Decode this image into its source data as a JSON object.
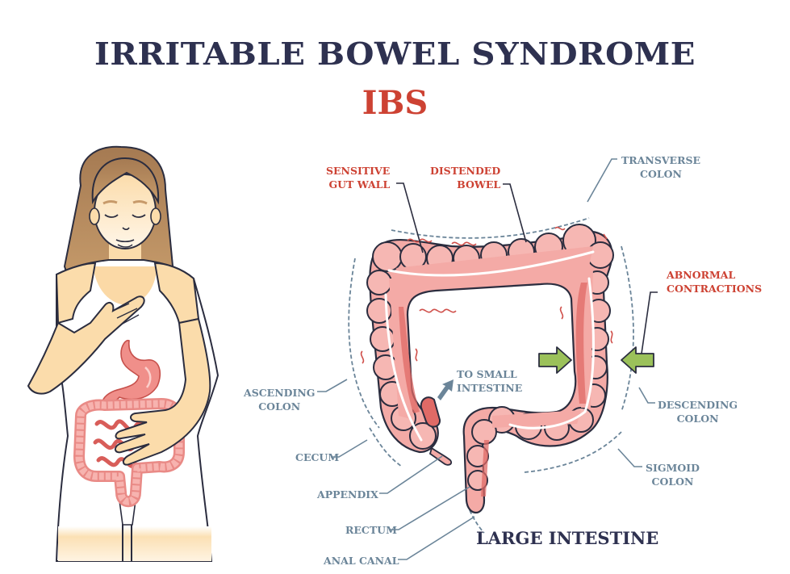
{
  "header": {
    "title": "IRRITABLE BOWEL SYNDROME",
    "subtitle": "IBS"
  },
  "figure": {
    "left_panel": "woman-holding-chest-and-abdomen-with-visible-digestive-tract",
    "right_panel": "large-intestine-anatomy",
    "caption": "LARGE INTESTINE"
  },
  "labels": {
    "symptoms": [
      {
        "id": "sensitive-gut-wall",
        "lines": [
          "SENSITIVE",
          "GUT WALL"
        ]
      },
      {
        "id": "distended-bowel",
        "lines": [
          "DISTENDED",
          "BOWEL"
        ]
      },
      {
        "id": "abnormal-contractions",
        "lines": [
          "ABNORMAL",
          "CONTRACTIONS"
        ]
      }
    ],
    "anatomy": [
      {
        "id": "transverse-colon",
        "lines": [
          "TRANSVERSE",
          "COLON"
        ]
      },
      {
        "id": "ascending-colon",
        "lines": [
          "ASCENDING",
          "COLON"
        ]
      },
      {
        "id": "descending-colon",
        "lines": [
          "DESCENDING",
          "COLON"
        ]
      },
      {
        "id": "sigmoid-colon",
        "lines": [
          "SIGMOID",
          "COLON"
        ]
      },
      {
        "id": "cecum",
        "lines": [
          "CECUM"
        ]
      },
      {
        "id": "appendix",
        "lines": [
          "APPENDIX"
        ]
      },
      {
        "id": "rectum",
        "lines": [
          "RECTUM"
        ]
      },
      {
        "id": "anal-canal",
        "lines": [
          "ANAL CANAL"
        ]
      },
      {
        "id": "to-small-intestine",
        "lines": [
          "TO SMALL",
          "INTESTINE"
        ]
      }
    ]
  },
  "colors": {
    "title": "#2e3150",
    "accent_red": "#cd4233",
    "label_gray": "#6b8599",
    "intestine_pink": "#f2a3a0",
    "intestine_dark": "#e06a66",
    "skin": "#fbe3bb",
    "hair": "#b98a5c",
    "arrow_green": "#9bc15a",
    "outline": "#2b2d3f"
  }
}
